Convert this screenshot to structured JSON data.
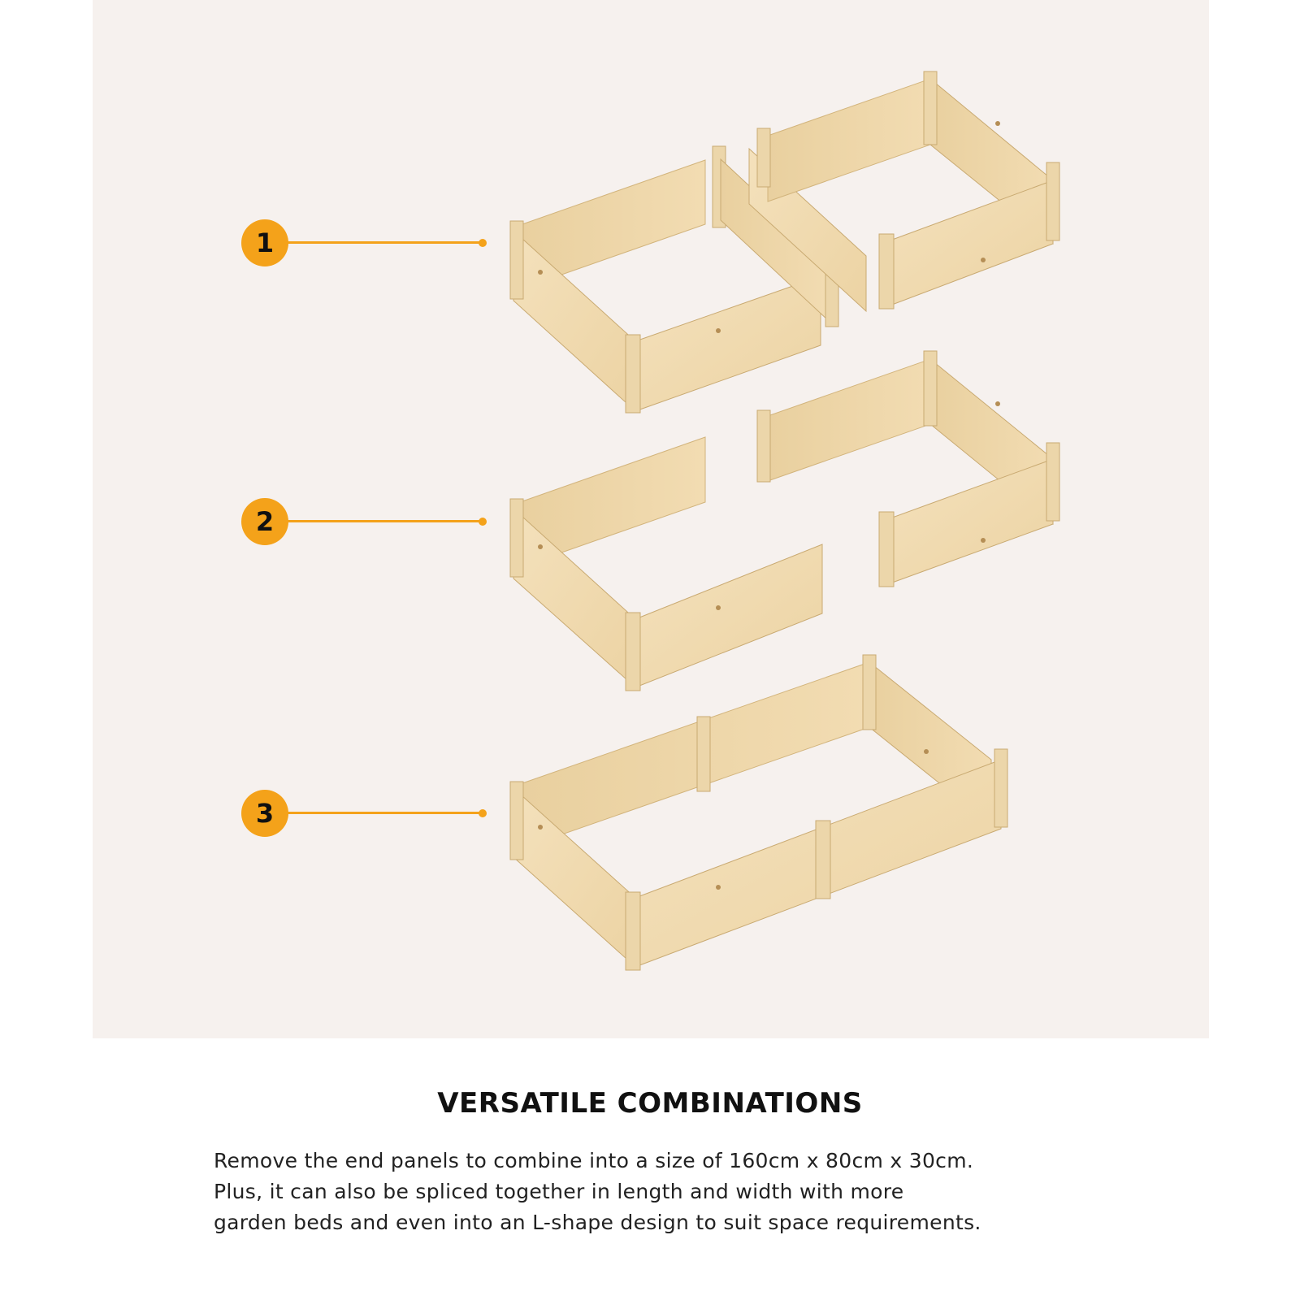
{
  "accent_color": "#f4a21a",
  "wood": {
    "face": "#f1dcb4",
    "inner": "#e8cf9f",
    "dark": "#d8bb85",
    "post": "#ecd6aa",
    "edge": "#c9aa72"
  },
  "steps": [
    {
      "label": "1"
    },
    {
      "label": "2"
    },
    {
      "label": "3"
    }
  ],
  "caption": {
    "heading": "VERSATILE COMBINATIONS",
    "lines": [
      "Remove the end panels to combine into a size of 160cm x 80cm x 30cm.",
      "Plus, it can also be spliced together in length and width with more",
      "garden beds and even into an L-shape design to suit space requirements."
    ]
  }
}
